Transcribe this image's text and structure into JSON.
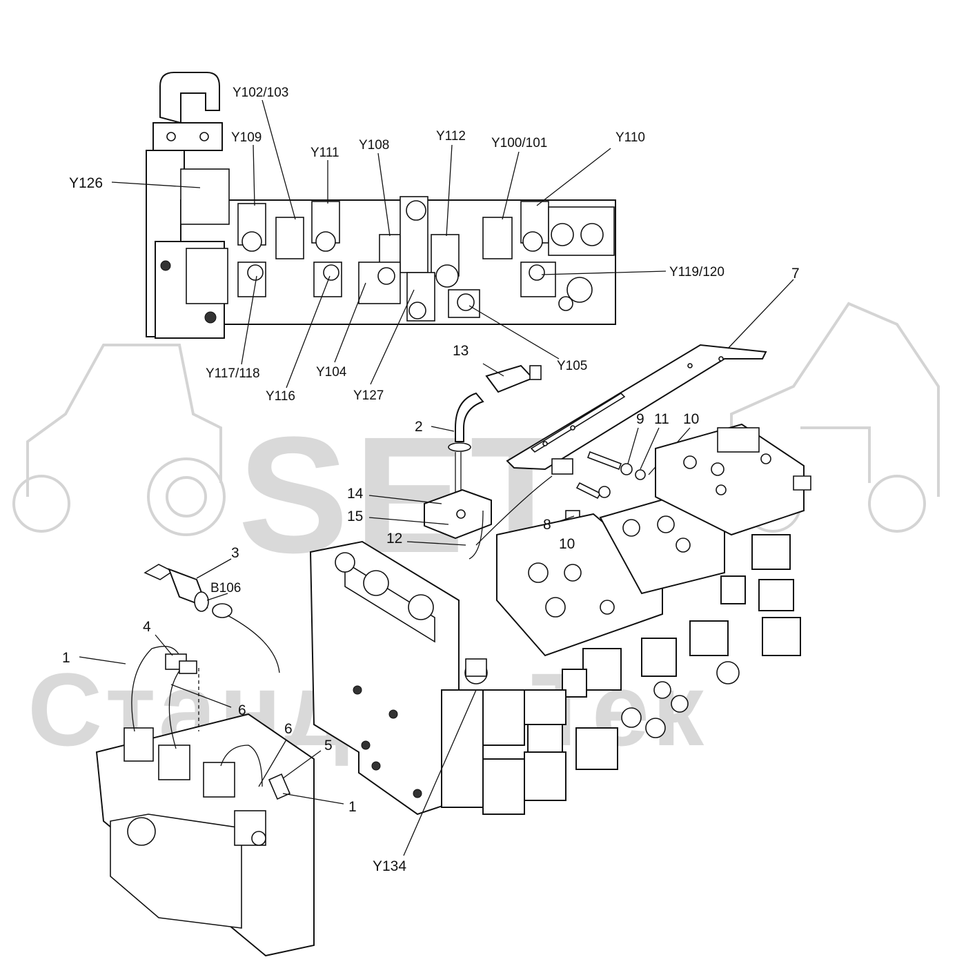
{
  "watermark": {
    "logo_text": "SET",
    "brand_text": "СтандартТек"
  },
  "callouts": {
    "y102_103": "Y102/103",
    "y109": "Y109",
    "y111": "Y111",
    "y108": "Y108",
    "y112": "Y112",
    "y100_101": "Y100/101",
    "y110": "Y110",
    "y126": "Y126",
    "y119_120": "Y119/120",
    "y117_118": "Y117/118",
    "y116": "Y116",
    "y104": "Y104",
    "y127": "Y127",
    "y105": "Y105",
    "y134": "Y134",
    "b106": "B106",
    "n1_top": "1",
    "n1_bottom": "1",
    "n2": "2",
    "n3": "3",
    "n4": "4",
    "n5": "5",
    "n6_top": "6",
    "n6_bottom": "6",
    "n7": "7",
    "n8": "8",
    "n9": "9",
    "n10_top": "10",
    "n10_bottom": "10",
    "n11": "11",
    "n12": "12",
    "n13": "13",
    "n14": "14",
    "n15": "15"
  }
}
